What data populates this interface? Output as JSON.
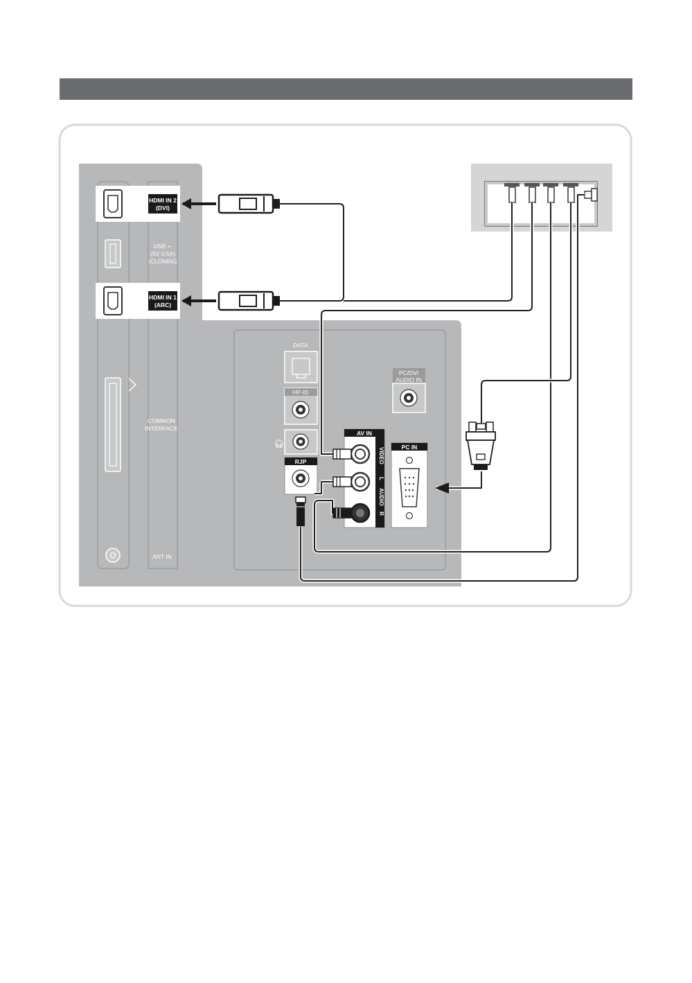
{
  "ports": {
    "hdmi2_line1": "HDMI IN 2",
    "hdmi2_line2": "(DVI)",
    "usb_line1": "USB ⭠",
    "usb_line2": "(5V 0.5A)",
    "usb_line3": "/CLONING",
    "hdmi1_line1": "HDMI IN 1",
    "hdmi1_line2": "(ARC)",
    "common_line1": "COMMON",
    "common_line2": "INTERFACE",
    "ant_in": "ANT IN",
    "data": "DATA",
    "hp_id": "HP-ID",
    "rjp": "RJP",
    "pcdvi_line1": "PC/DVI",
    "pcdvi_line2": "AUDIO IN",
    "av_in": "AV IN",
    "video": "VIDEO",
    "audio": "AUDIO",
    "audio_left": "L",
    "audio_right": "R",
    "pc_in": "PC IN"
  },
  "icons": {
    "headphone": "headphone-icon"
  },
  "colors": {
    "header_bar": "#6a6c6f",
    "panel": "#b7b8ba",
    "frame": "#d8d9da",
    "label_bg": "#1a1a1a"
  }
}
